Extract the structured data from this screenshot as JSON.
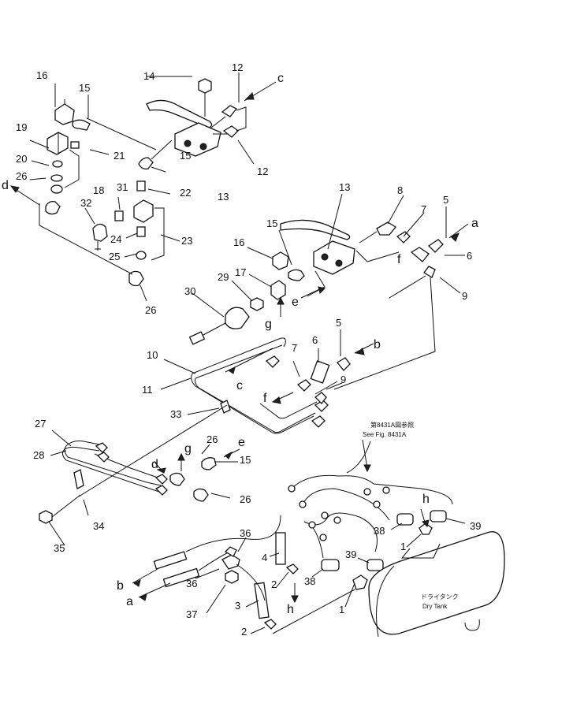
{
  "callouts": {
    "n1": "1",
    "n2": "2",
    "n3": "3",
    "n4": "4",
    "n5": "5",
    "n6": "6",
    "n7": "7",
    "n8": "8",
    "n9": "9",
    "n10": "10",
    "n11": "11",
    "n12": "12",
    "n13": "13",
    "n14": "14",
    "n15": "15",
    "n16": "16",
    "n17": "17",
    "n18": "18",
    "n19": "19",
    "n20": "20",
    "n21": "21",
    "n22": "22",
    "n23": "23",
    "n24": "24",
    "n25": "25",
    "n26": "26",
    "n27": "27",
    "n28": "28",
    "n29": "29",
    "n30": "30",
    "n31": "31",
    "n32": "32",
    "n33": "33",
    "n34": "34",
    "n35": "35",
    "n36": "36",
    "n37": "37",
    "n38": "38",
    "n39": "39"
  },
  "letters": {
    "a": "a",
    "b": "b",
    "c": "c",
    "d": "d",
    "e": "e",
    "f": "f",
    "g": "g",
    "h": "h"
  },
  "reference": {
    "jp": "第8431A図参照",
    "en": "See Fig. 8431A"
  },
  "tank": {
    "jp": "ドライタンク",
    "en": "Dry Tank"
  }
}
